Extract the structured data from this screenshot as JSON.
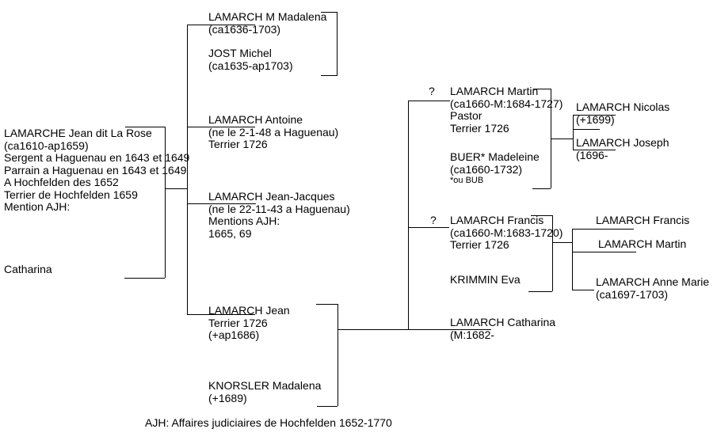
{
  "diagram": {
    "footnote": "AJH: Affaires judiciaires de Hochfelden 1652-1770",
    "uncertain_marker_1": "?",
    "uncertain_marker_2": "?"
  },
  "people": {
    "father": {
      "lines": [
        "LAMARCHE Jean dit La Rose",
        "(ca1610-ap1659)",
        "Sergent a Haguenau en 1643 et 1649",
        "Parrain a Haguenau en 1643 et 1649",
        "A Hochfelden des 1652",
        "Terrier de Hochfelden 1659",
        "Mention AJH:"
      ]
    },
    "mother": {
      "lines": [
        "Catharina"
      ]
    },
    "madalena": {
      "lines": [
        "LAMARCH M Madalena",
        "(ca1636-1703)"
      ]
    },
    "jost": {
      "lines": [
        "JOST Michel",
        "(ca1635-ap1703)"
      ]
    },
    "antoine": {
      "lines": [
        "LAMARCH Antoine",
        "(ne le 2-1-48 a Haguenau)",
        "Terrier 1726"
      ]
    },
    "jean_jacques": {
      "lines": [
        "LAMARCH Jean-Jacques",
        "(ne le 22-11-43 a Haguenau)",
        "Mentions AJH:",
        "1665, 69"
      ]
    },
    "jean": {
      "lines": [
        "LAMARCH Jean",
        "Terrier 1726",
        "(+ap1686)"
      ]
    },
    "knorsler": {
      "lines": [
        "KNORSLER Madalena",
        "(+1689)"
      ]
    },
    "martin": {
      "lines": [
        "LAMARCH Martin",
        "(ca1660-M:1684-1727)",
        "Pastor",
        "Terrier 1726"
      ]
    },
    "buer": {
      "lines": [
        "BUER* Madeleine",
        "(ca1660-1732)"
      ],
      "note": "*ou BUB"
    },
    "francis": {
      "lines": [
        "LAMARCH Francis",
        "(ca1660-M:1683-1720)",
        "Terrier 1726"
      ]
    },
    "krimmin": {
      "lines": [
        "KRIMMIN Eva"
      ]
    },
    "catharina_jr": {
      "lines": [
        "LAMARCH Catharina",
        "(M:1682-"
      ]
    },
    "nicolas": {
      "lines": [
        "LAMARCH Nicolas",
        "(+1699)"
      ]
    },
    "joseph": {
      "lines": [
        "LAMARCH Joseph",
        "(1696-"
      ]
    },
    "francis_jr": {
      "lines": [
        "LAMARCH Francis"
      ]
    },
    "martin_jr": {
      "lines": [
        "LAMARCH Martin"
      ]
    },
    "anne_marie": {
      "lines": [
        "LAMARCH Anne Marie",
        "(ca1697-1703)"
      ]
    }
  }
}
